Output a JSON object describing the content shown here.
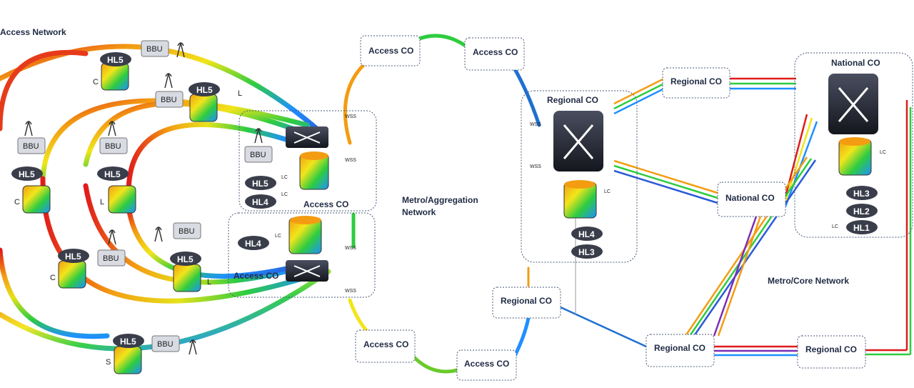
{
  "sections": {
    "access_network": "Access Network",
    "metro_aggregation_line1": "Metro/Aggregation",
    "metro_aggregation_line2": "Network",
    "metro_core": "Metro/Core Network"
  },
  "offices": {
    "access_co_top_left": "Access CO",
    "access_co_top_right": "Access CO",
    "access_co_bottom_left": "Access CO",
    "access_co_bottom_right": "Access CO",
    "access_co_hub_upper": "Access CO",
    "access_co_hub_lower": "Access CO",
    "regional_co_metro": "Regional CO",
    "regional_co_hub": "Regional CO",
    "regional_co_top": "Regional CO",
    "regional_co_bottom_left": "Regional CO",
    "regional_co_bottom_right": "Regional CO",
    "national_co_mid": "National CO",
    "national_co_hub": "National CO"
  },
  "devices": {
    "hl5": "HL5",
    "hl4": "HL4",
    "hl3": "HL3",
    "hl2": "HL2",
    "hl1": "HL1",
    "bbu": "BBU",
    "wss": "WSS",
    "lc": "LC"
  },
  "site_types": {
    "c": "C",
    "l": "L",
    "s": "S"
  },
  "colors": {
    "box_border": "#4a5a78",
    "router_dark": "#2b2e3a",
    "router_light": "#8a8e9c",
    "label_text": "#1f2a44"
  }
}
